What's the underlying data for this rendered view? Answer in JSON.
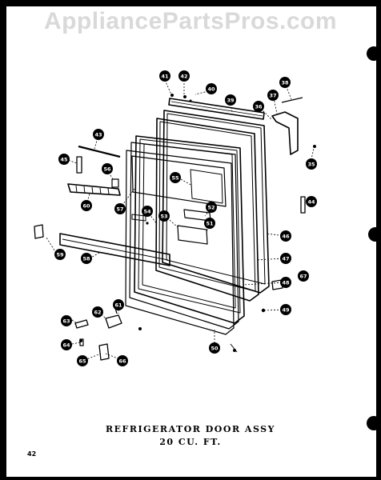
{
  "watermark": "AppliancePartsPros.com",
  "caption": {
    "title": "REFRIGERATOR DOOR ASSY",
    "subtitle": "20 CU. FT."
  },
  "page_number": "42",
  "callouts": [
    {
      "id": "c41",
      "text": "41"
    },
    {
      "id": "c42",
      "text": "42"
    },
    {
      "id": "c40",
      "text": "40"
    },
    {
      "id": "c39",
      "text": "39"
    },
    {
      "id": "c38",
      "text": "38"
    },
    {
      "id": "c37",
      "text": "37"
    },
    {
      "id": "c36",
      "text": "36"
    },
    {
      "id": "c35",
      "text": "35"
    },
    {
      "id": "c43",
      "text": "43"
    },
    {
      "id": "c45",
      "text": "45"
    },
    {
      "id": "c56",
      "text": "56"
    },
    {
      "id": "c55",
      "text": "55"
    },
    {
      "id": "c60",
      "text": "60"
    },
    {
      "id": "c57",
      "text": "57"
    },
    {
      "id": "c54",
      "text": "54"
    },
    {
      "id": "c53",
      "text": "53"
    },
    {
      "id": "c52",
      "text": "52"
    },
    {
      "id": "c51",
      "text": "51"
    },
    {
      "id": "c44",
      "text": "44"
    },
    {
      "id": "c46",
      "text": "46"
    },
    {
      "id": "c59",
      "text": "59"
    },
    {
      "id": "c58",
      "text": "58"
    },
    {
      "id": "c47",
      "text": "47"
    },
    {
      "id": "c67",
      "text": "67"
    },
    {
      "id": "c48",
      "text": "48"
    },
    {
      "id": "c49",
      "text": "49"
    },
    {
      "id": "c61",
      "text": "61"
    },
    {
      "id": "c62",
      "text": "62"
    },
    {
      "id": "c63",
      "text": "63"
    },
    {
      "id": "c64",
      "text": "64"
    },
    {
      "id": "c50",
      "text": "50"
    },
    {
      "id": "c65",
      "text": "65"
    },
    {
      "id": "c66",
      "text": "66"
    }
  ]
}
